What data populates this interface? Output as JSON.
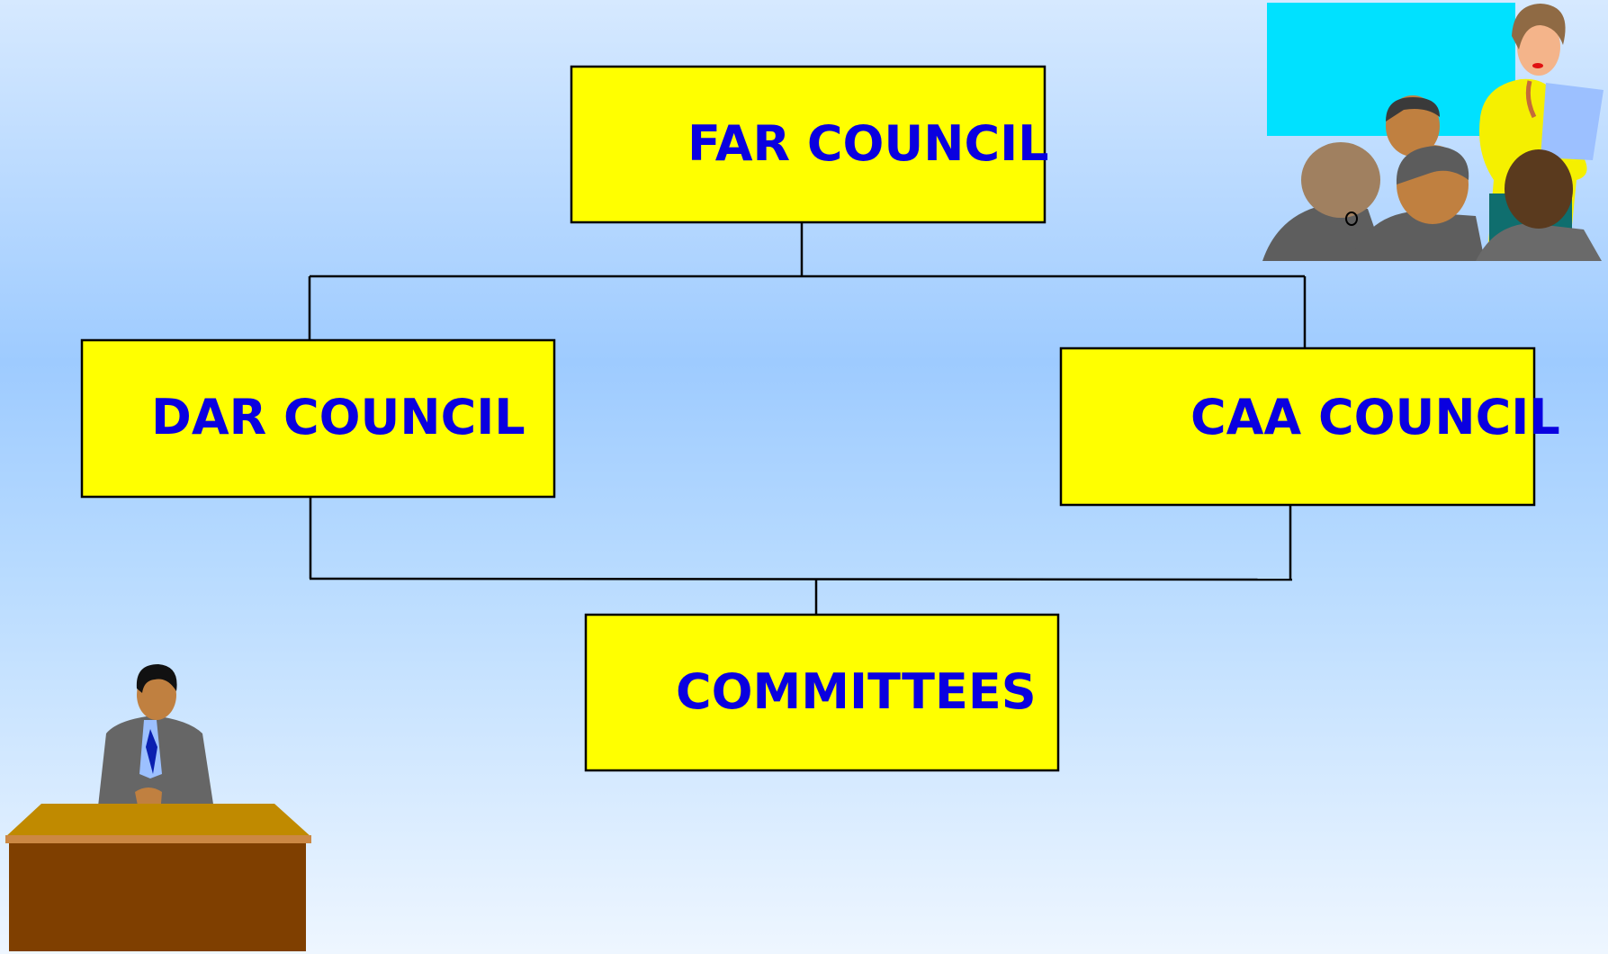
{
  "colors": {
    "box_fill": "#ffff00",
    "box_border": "#000000",
    "label_text": "#0a00e0",
    "connector": "#000000",
    "meeting_screen": "#00e1ff"
  },
  "nodes": {
    "far": {
      "label": "FAR COUNCIL"
    },
    "dar": {
      "label": "DAR COUNCIL"
    },
    "caa": {
      "label": "CAA COUNCIL"
    },
    "committees": {
      "label": "COMMITTEES"
    }
  },
  "icons": {
    "top_right": "meeting-presenter-icon",
    "bottom_left": "man-at-desk-icon"
  }
}
